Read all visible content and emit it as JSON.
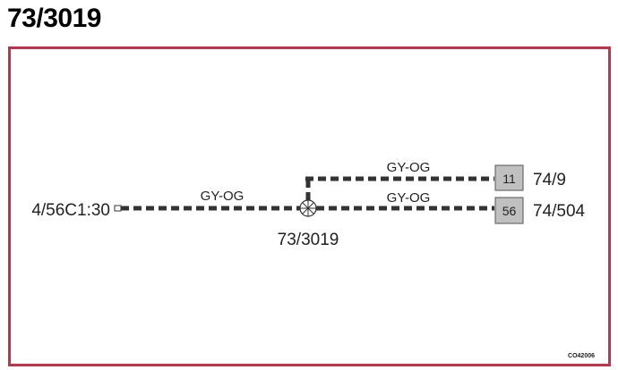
{
  "header": {
    "title": "73/3019"
  },
  "diagram": {
    "connector_left": {
      "label": "4/56C1:30"
    },
    "splice": {
      "label": "73/3019"
    },
    "wires": [
      {
        "id": "main",
        "color_code": "GY-OG"
      },
      {
        "id": "upper_branch",
        "color_code": "GY-OG"
      },
      {
        "id": "lower_branch",
        "color_code": "GY-OG"
      }
    ],
    "pins": [
      {
        "number": "11",
        "connector": "74/9"
      },
      {
        "number": "56",
        "connector": "74/504"
      }
    ],
    "image_code": "CO42006"
  },
  "colors": {
    "frame": "#c8304a",
    "wire": "#333333",
    "pin_fill": "#c0c0c0"
  }
}
